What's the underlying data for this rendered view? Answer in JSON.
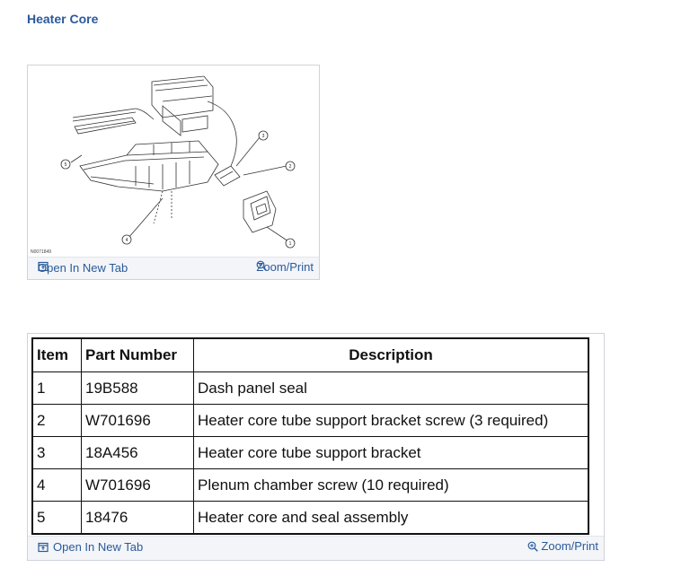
{
  "page": {
    "title": "Heater Core"
  },
  "figure": {
    "code": "N0071849",
    "callouts": [
      "1",
      "2",
      "3",
      "4",
      "5"
    ],
    "open_label": "Open In New Tab",
    "zoom_label": "Zoom/Print"
  },
  "table": {
    "headers": {
      "item": "Item",
      "part": "Part Number",
      "desc": "Description"
    },
    "rows": [
      {
        "item": "1",
        "part": "19B588",
        "desc": "Dash panel seal"
      },
      {
        "item": "2",
        "part": "W701696",
        "desc": "Heater core tube support bracket screw (3 required)"
      },
      {
        "item": "3",
        "part": "18A456",
        "desc": "Heater core tube support bracket"
      },
      {
        "item": "4",
        "part": "W701696",
        "desc": "Plenum chamber screw (10 required)"
      },
      {
        "item": "5",
        "part": "18476",
        "desc": "Heater core and seal assembly"
      }
    ],
    "open_label": "Open In New Tab",
    "zoom_label": "Zoom/Print"
  },
  "colors": {
    "link": "#2a5a9b",
    "toolbar_bg": "#f3f5f8",
    "border": "#cfd3d8"
  }
}
